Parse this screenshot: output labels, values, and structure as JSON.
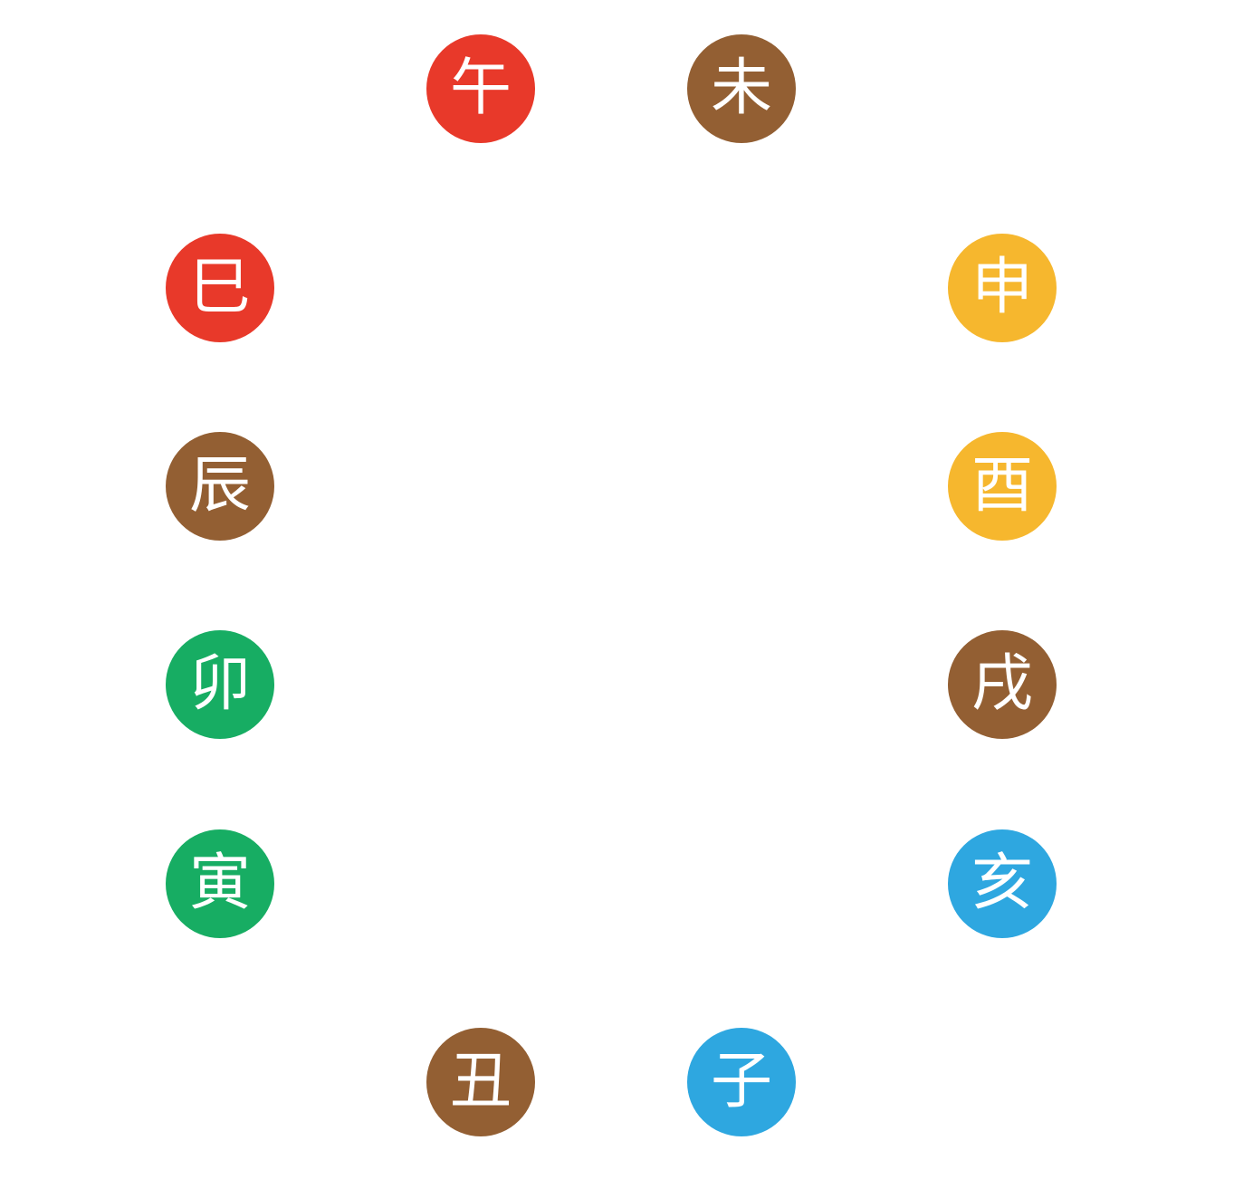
{
  "colors": {
    "fire": "#E8392A",
    "earth": "#935F33",
    "metal": "#F6B72E",
    "wood": "#17AD63",
    "water": "#2EA7E0"
  },
  "branches": [
    {
      "label": "午",
      "color": "#E8392A"
    },
    {
      "label": "未",
      "color": "#935F33"
    },
    {
      "label": "巳",
      "color": "#E8392A"
    },
    {
      "label": "申",
      "color": "#F6B72E"
    },
    {
      "label": "辰",
      "color": "#935F33"
    },
    {
      "label": "酉",
      "color": "#F6B72E"
    },
    {
      "label": "卯",
      "color": "#17AD63"
    },
    {
      "label": "戌",
      "color": "#935F33"
    },
    {
      "label": "寅",
      "color": "#17AD63"
    },
    {
      "label": "亥",
      "color": "#2EA7E0"
    },
    {
      "label": "丑",
      "color": "#935F33"
    },
    {
      "label": "子",
      "color": "#2EA7E0"
    }
  ]
}
